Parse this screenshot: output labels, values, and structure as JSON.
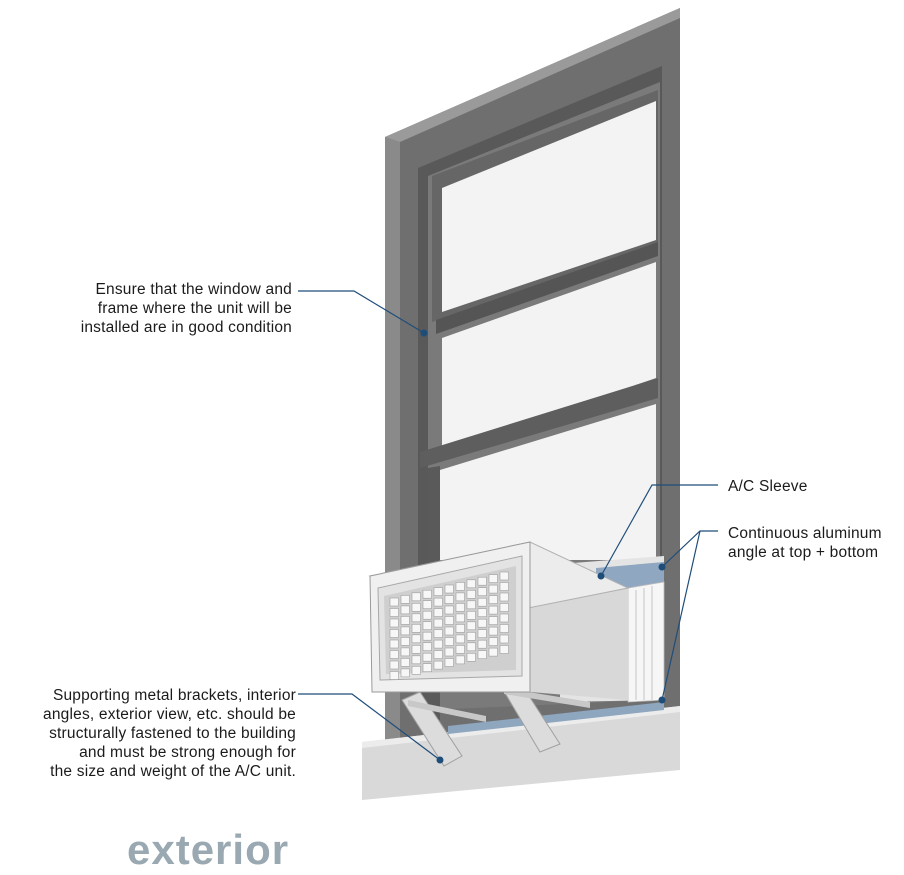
{
  "labels": {
    "window_condition": {
      "lines": [
        "Ensure that the window and",
        "frame where the unit will be",
        "installed are in good condition"
      ]
    },
    "sleeve": {
      "lines": [
        "A/C Sleeve"
      ]
    },
    "angle": {
      "lines": [
        "Continuous aluminum",
        "angle at top + bottom"
      ]
    },
    "brackets": {
      "lines": [
        "Supporting metal brackets, interior",
        "angles, exterior view, etc. should be",
        "structurally fastened to the building",
        "and must be strong enough for",
        "the size and weight of the A/C unit."
      ]
    }
  },
  "caption": "exterior",
  "colors": {
    "frame": "#6e6e6e",
    "frame_dark": "#4a4a4a",
    "glass": "#f2f2f2",
    "sill": "#d6d6d6",
    "unit": "#dedede",
    "leader": "#1f4d7a",
    "angle": "#7d98b6",
    "caption": "#9aa8b2"
  }
}
